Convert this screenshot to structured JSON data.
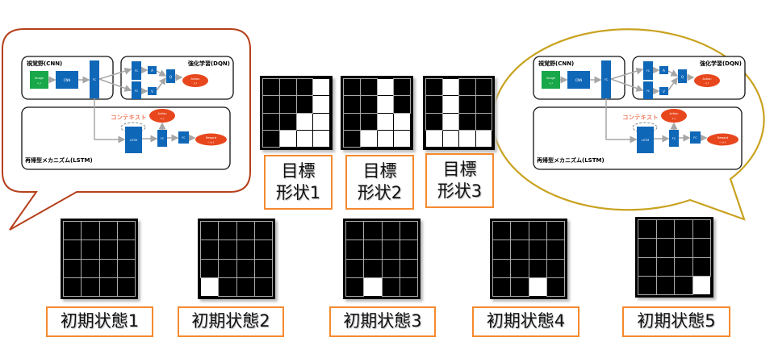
{
  "diagram": {
    "cnn_box": "視覚野(CNN)",
    "dqn_box": "強化学習(DQN)",
    "lstm_box": "再帰型メカニズム(LSTM)",
    "image": "Image",
    "image_sub": "o_t",
    "cnn": "CNN",
    "fc": "FC",
    "a": "A",
    "v": "V",
    "q": "Q",
    "action": "Action",
    "action_sub": "a_t",
    "context": "コンテキスト",
    "action2_sub": "a'_t",
    "lstm": "LSTM",
    "reward": "Reward",
    "reward_sub": "r'_t+1"
  },
  "colors": {
    "left_bubble": "#b5401c",
    "right_bubble": "#c9a21f",
    "label_border": "#f58a2e",
    "block": "#0f67b8",
    "image": "#18a84a",
    "ellipse": "#e8471d"
  },
  "targets": [
    {
      "label_line1": "目標",
      "label_line2": "形状1",
      "cells": [
        [
          0,
          0,
          0,
          1
        ],
        [
          0,
          0,
          0,
          1
        ],
        [
          0,
          0,
          1,
          1
        ],
        [
          0,
          1,
          1,
          1
        ]
      ]
    },
    {
      "label_line1": "目標",
      "label_line2": "形状2",
      "cells": [
        [
          0,
          0,
          1,
          0
        ],
        [
          0,
          0,
          1,
          0
        ],
        [
          0,
          0,
          1,
          1
        ],
        [
          0,
          1,
          1,
          1
        ]
      ]
    },
    {
      "label_line1": "目標",
      "label_line2": "形状3",
      "cells": [
        [
          0,
          1,
          0,
          0
        ],
        [
          0,
          1,
          0,
          0
        ],
        [
          0,
          1,
          0,
          0
        ],
        [
          1,
          1,
          1,
          1
        ]
      ]
    }
  ],
  "initials": [
    {
      "label": "初期状態1",
      "cells": [
        [
          0,
          0,
          0,
          0
        ],
        [
          0,
          0,
          0,
          0
        ],
        [
          0,
          0,
          0,
          0
        ],
        [
          0,
          0,
          0,
          0
        ]
      ]
    },
    {
      "label": "初期状態2",
      "cells": [
        [
          0,
          0,
          0,
          0
        ],
        [
          0,
          0,
          0,
          0
        ],
        [
          0,
          0,
          0,
          0
        ],
        [
          1,
          0,
          0,
          0
        ]
      ]
    },
    {
      "label": "初期状態3",
      "cells": [
        [
          0,
          0,
          0,
          0
        ],
        [
          0,
          0,
          0,
          0
        ],
        [
          0,
          0,
          0,
          0
        ],
        [
          0,
          1,
          0,
          0
        ]
      ]
    },
    {
      "label": "初期状態4",
      "cells": [
        [
          0,
          0,
          0,
          0
        ],
        [
          0,
          0,
          0,
          0
        ],
        [
          0,
          0,
          0,
          0
        ],
        [
          0,
          0,
          1,
          0
        ]
      ]
    },
    {
      "label": "初期状態5",
      "cells": [
        [
          0,
          0,
          0,
          0
        ],
        [
          0,
          0,
          0,
          0
        ],
        [
          0,
          0,
          0,
          0
        ],
        [
          0,
          0,
          0,
          1
        ]
      ]
    }
  ]
}
